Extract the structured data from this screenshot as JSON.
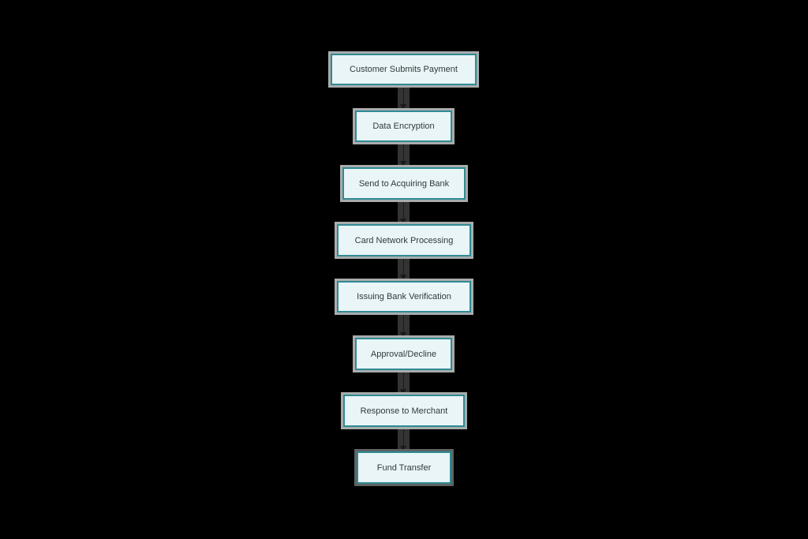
{
  "diagram": {
    "type": "flowchart",
    "direction": "top-to-bottom",
    "colors": {
      "background": "#000000",
      "node_fill": "#e9f5f6",
      "node_border": "#2f8a93",
      "node_halo": "#a9acad",
      "connector": "#333333",
      "text": "#2f3a3c"
    },
    "nodes": [
      {
        "id": "n1",
        "label": "Customer Submits Payment"
      },
      {
        "id": "n2",
        "label": "Data Encryption"
      },
      {
        "id": "n3",
        "label": "Send to Acquiring Bank"
      },
      {
        "id": "n4",
        "label": "Card Network Processing"
      },
      {
        "id": "n5",
        "label": "Issuing Bank Verification"
      },
      {
        "id": "n6",
        "label": "Approval/Decline"
      },
      {
        "id": "n7",
        "label": "Response to Merchant"
      },
      {
        "id": "n8",
        "label": "Fund Transfer"
      }
    ],
    "edges": [
      {
        "from": "n1",
        "to": "n2"
      },
      {
        "from": "n2",
        "to": "n3"
      },
      {
        "from": "n3",
        "to": "n4"
      },
      {
        "from": "n4",
        "to": "n5"
      },
      {
        "from": "n5",
        "to": "n6"
      },
      {
        "from": "n6",
        "to": "n7"
      },
      {
        "from": "n7",
        "to": "n8"
      }
    ]
  }
}
